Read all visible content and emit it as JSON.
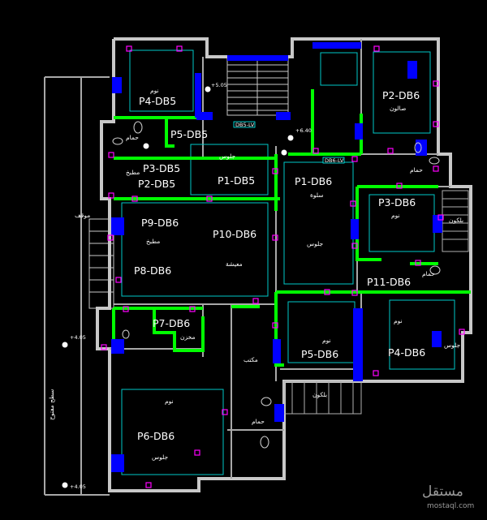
{
  "panels": [
    {
      "id": "p4-db5",
      "text": "P4-DB5"
    },
    {
      "id": "p5-db5",
      "text": "P5-DB5"
    },
    {
      "id": "p3-db5",
      "text": "P3-DB5"
    },
    {
      "id": "p2-db5",
      "text": "P2-DB5"
    },
    {
      "id": "p1-db5",
      "text": "P1-DB5"
    },
    {
      "id": "p9-db6",
      "text": "P9-DB6"
    },
    {
      "id": "p10-db6",
      "text": "P10-DB6"
    },
    {
      "id": "p8-db6",
      "text": "P8-DB6"
    },
    {
      "id": "p7-db6",
      "text": "P7-DB6"
    },
    {
      "id": "p6-db6",
      "text": "P6-DB6"
    },
    {
      "id": "p1-db6",
      "text": "P1-DB6"
    },
    {
      "id": "p2-db6",
      "text": "P2-DB6"
    },
    {
      "id": "p3-db6",
      "text": "P3-DB6"
    },
    {
      "id": "p11-db6",
      "text": "P11-DB6"
    },
    {
      "id": "p5-db6",
      "text": "P5-DB6"
    },
    {
      "id": "p4-db6",
      "text": "P4-DB6"
    }
  ],
  "rooms": [
    {
      "id": "nom-1",
      "text": "نوم"
    },
    {
      "id": "hamam-1",
      "text": "حمام"
    },
    {
      "id": "matbakh-1",
      "text": "مطبخ"
    },
    {
      "id": "jolous-1",
      "text": "جلوس"
    },
    {
      "id": "sala",
      "text": "صالون"
    },
    {
      "id": "salla",
      "text": "سلوة"
    },
    {
      "id": "jolous-2",
      "text": "جلوس"
    },
    {
      "id": "nom-2",
      "text": "نوم"
    },
    {
      "id": "hamam-2",
      "text": "حمام"
    },
    {
      "id": "balcony-1",
      "text": "بلكون"
    },
    {
      "id": "nom-3",
      "text": "نوم"
    },
    {
      "id": "jolous-3",
      "text": "جلوس"
    },
    {
      "id": "hamam-3",
      "text": "حمام"
    },
    {
      "id": "nom-4",
      "text": "نوم"
    },
    {
      "id": "balcony-2",
      "text": "بلكون"
    },
    {
      "id": "matbakh-2",
      "text": "مطبخ"
    },
    {
      "id": "maishah",
      "text": "معيشة"
    },
    {
      "id": "makhzan",
      "text": "مخزن"
    },
    {
      "id": "maktab",
      "text": "مكتب"
    },
    {
      "id": "hamam-4",
      "text": "حمام"
    },
    {
      "id": "nom-5",
      "text": "نوم"
    },
    {
      "id": "jolous-4",
      "text": "جلوس"
    },
    {
      "id": "sath",
      "text": "سطح مفتوح"
    },
    {
      "id": "mawqif",
      "text": "موقف"
    }
  ],
  "levels": [
    {
      "id": "lvl-505",
      "text": "+5.05"
    },
    {
      "id": "lvl-640",
      "text": "+6.40"
    },
    {
      "id": "lvl-405a",
      "text": "+4.05"
    },
    {
      "id": "lvl-405b",
      "text": "+4.05"
    }
  ],
  "boards": [
    {
      "id": "db5-lv",
      "text": "DB5-LV"
    },
    {
      "id": "db6-lv",
      "text": "DB6-LV"
    }
  ],
  "watermark": {
    "arabic": "مستقل",
    "latin": "mostaql.com"
  },
  "colors": {
    "background": "#000000",
    "wall": "#c8c8c8",
    "circuit": "#00ff00",
    "panel_blue": "#0000ff",
    "outlet": "#ff00ff",
    "cyan": "#00ffff",
    "text": "#ffffff"
  }
}
